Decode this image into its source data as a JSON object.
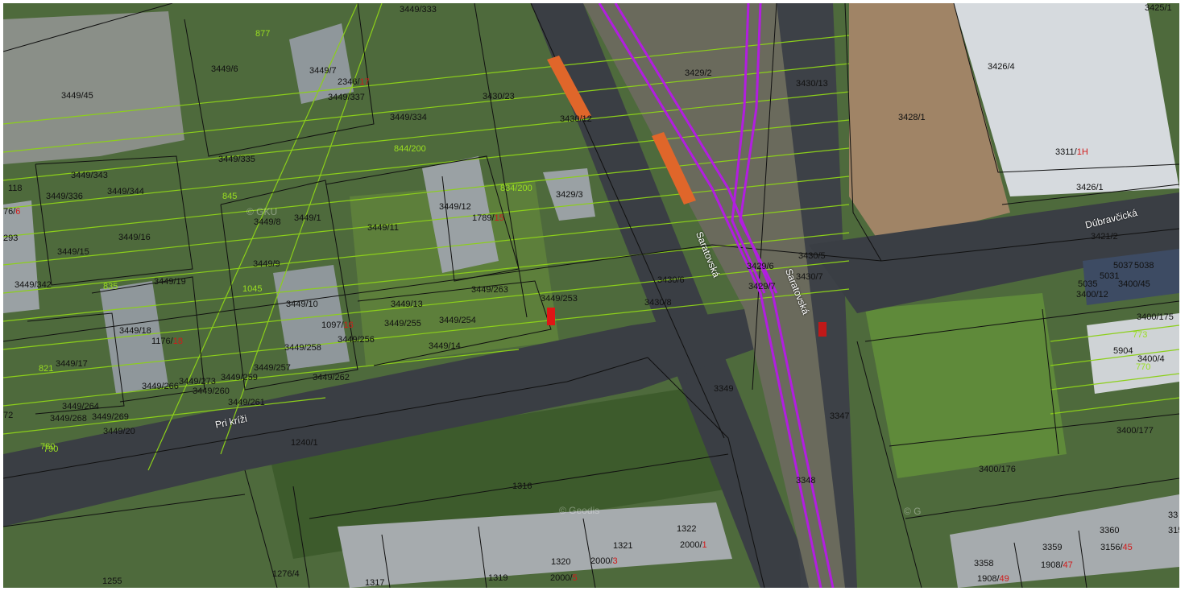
{
  "map": {
    "colors": {
      "vegetation": "#4e6a3c",
      "road": "#3a3e44",
      "parcel_line": "#101010",
      "parcel_number_line": "#8ccf1a",
      "tram_line": "#b21ee0",
      "parcel_label": "#111111",
      "parcel_suffix": "#d11a1a",
      "green_label": "#9adf20"
    },
    "street_labels": [
      {
        "id": "saratovska-1",
        "text": "Saratovská"
      },
      {
        "id": "saratovska-2",
        "text": "Saratovská"
      },
      {
        "id": "dubravcicka",
        "text": "Dúbravčická"
      },
      {
        "id": "pri-krizi",
        "text": "Pri kríži"
      }
    ],
    "watermarks": [
      {
        "id": "wm-1",
        "text": "© GKU"
      },
      {
        "id": "wm-2",
        "text": "© Geodis"
      },
      {
        "id": "wm-3",
        "text": "© G"
      }
    ],
    "parcels": [
      {
        "id": "p-3449-333",
        "text": "3449/333",
        "sfx": ""
      },
      {
        "id": "p-877",
        "text": "877",
        "sfx": "",
        "green": true
      },
      {
        "id": "p-3449-6",
        "text": "3449/6",
        "sfx": ""
      },
      {
        "id": "p-3449-7",
        "text": "3449/7",
        "sfx": ""
      },
      {
        "id": "p-2346-17",
        "text": "2346/",
        "sfx": "17"
      },
      {
        "id": "p-3449-337",
        "text": "3449/337",
        "sfx": ""
      },
      {
        "id": "p-3449-45",
        "text": "3449/45",
        "sfx": ""
      },
      {
        "id": "p-3449-334",
        "text": "3449/334",
        "sfx": ""
      },
      {
        "id": "p-3430-23",
        "text": "3430/23",
        "sfx": ""
      },
      {
        "id": "p-3430-12",
        "text": "3430/12",
        "sfx": ""
      },
      {
        "id": "p-3429-2",
        "text": "3429/2",
        "sfx": ""
      },
      {
        "id": "p-3430-13",
        "text": "3430/13",
        "sfx": ""
      },
      {
        "id": "p-3426-4",
        "text": "3426/4",
        "sfx": ""
      },
      {
        "id": "p-3425-1",
        "text": "3425/1",
        "sfx": ""
      },
      {
        "id": "p-3428-1",
        "text": "3428/1",
        "sfx": ""
      },
      {
        "id": "p-3311-1h",
        "text": "3311/",
        "sfx": "1H"
      },
      {
        "id": "p-3426-1",
        "text": "3426/1",
        "sfx": ""
      },
      {
        "id": "p-3449-335",
        "text": "3449/335",
        "sfx": ""
      },
      {
        "id": "p-844-200",
        "text": "844/200",
        "sfx": "",
        "green": true
      },
      {
        "id": "p-3449-343",
        "text": "3449/343",
        "sfx": ""
      },
      {
        "id": "p-118",
        "text": "118",
        "sfx": ""
      },
      {
        "id": "p-3449-336",
        "text": "3449/336",
        "sfx": ""
      },
      {
        "id": "p-3449-344",
        "text": "3449/344",
        "sfx": ""
      },
      {
        "id": "p-834-200",
        "text": "834/200",
        "sfx": "",
        "green": true
      },
      {
        "id": "p-3429-3",
        "text": "3429/3",
        "sfx": ""
      },
      {
        "id": "p-845",
        "text": "845",
        "sfx": "",
        "green": true
      },
      {
        "id": "p-3449-12",
        "text": "3449/12",
        "sfx": ""
      },
      {
        "id": "p-1789-15",
        "text": "1789/",
        "sfx": "15"
      },
      {
        "id": "p-3449-8",
        "text": "3449/8",
        "sfx": ""
      },
      {
        "id": "p-3449-1",
        "text": "3449/1",
        "sfx": ""
      },
      {
        "id": "p-3449-11",
        "text": "3449/11",
        "sfx": ""
      },
      {
        "id": "p-6",
        "text": "76/",
        "sfx": "6"
      },
      {
        "id": "p-3449-16",
        "text": "3449/16",
        "sfx": ""
      },
      {
        "id": "p-293",
        "text": "293",
        "sfx": ""
      },
      {
        "id": "p-3449-15",
        "text": "3449/15",
        "sfx": ""
      },
      {
        "id": "p-3449-9",
        "text": "3449/9",
        "sfx": ""
      },
      {
        "id": "p-3429-6",
        "text": "3429/6",
        "sfx": ""
      },
      {
        "id": "p-3430-5",
        "text": "3430/5",
        "sfx": ""
      },
      {
        "id": "p-3421-2",
        "text": "3421/2",
        "sfx": ""
      },
      {
        "id": "p-3430-6",
        "text": "3430/6",
        "sfx": ""
      },
      {
        "id": "p-3429-7",
        "text": "3429/7",
        "sfx": ""
      },
      {
        "id": "p-3430-7",
        "text": "3430/7",
        "sfx": ""
      },
      {
        "id": "p-5037",
        "text": "5037",
        "sfx": ""
      },
      {
        "id": "p-5038",
        "text": "5038",
        "sfx": ""
      },
      {
        "id": "p-5031",
        "text": "5031",
        "sfx": ""
      },
      {
        "id": "p-5035",
        "text": "5035",
        "sfx": ""
      },
      {
        "id": "p-3400-45",
        "text": "3400/45",
        "sfx": ""
      },
      {
        "id": "p-3400-12",
        "text": "3400/12",
        "sfx": ""
      },
      {
        "id": "p-3449-342",
        "text": "3449/342",
        "sfx": ""
      },
      {
        "id": "p-3449-19",
        "text": "3449/19",
        "sfx": ""
      },
      {
        "id": "p-3449-263",
        "text": "3449/263",
        "sfx": ""
      },
      {
        "id": "p-3449-10",
        "text": "3449/10",
        "sfx": ""
      },
      {
        "id": "p-3449-13",
        "text": "3449/13",
        "sfx": ""
      },
      {
        "id": "p-3449-253",
        "text": "3449/253",
        "sfx": ""
      },
      {
        "id": "p-3430-8",
        "text": "3430/8",
        "sfx": ""
      },
      {
        "id": "p-3400-175",
        "text": "3400/175",
        "sfx": ""
      },
      {
        "id": "p-3449-18",
        "text": "3449/18",
        "sfx": ""
      },
      {
        "id": "p-1097-16",
        "text": "1097/",
        "sfx": "16"
      },
      {
        "id": "p-3449-255",
        "text": "3449/255",
        "sfx": ""
      },
      {
        "id": "p-3449-254",
        "text": "3449/254",
        "sfx": ""
      },
      {
        "id": "p-1176-18",
        "text": "1176/",
        "sfx": "18"
      },
      {
        "id": "p-3449-258",
        "text": "3449/258",
        "sfx": ""
      },
      {
        "id": "p-3449-256",
        "text": "3449/256",
        "sfx": ""
      },
      {
        "id": "p-3449-14",
        "text": "3449/14",
        "sfx": ""
      },
      {
        "id": "p-5904",
        "text": "5904",
        "sfx": ""
      },
      {
        "id": "p-3400-4",
        "text": "3400/4",
        "sfx": ""
      },
      {
        "id": "p-770",
        "text": "770",
        "sfx": "",
        "green": true
      },
      {
        "id": "p-3449-17",
        "text": "3449/17",
        "sfx": ""
      },
      {
        "id": "p-3449-257",
        "text": "3449/257",
        "sfx": ""
      },
      {
        "id": "p-3449-262",
        "text": "3449/262",
        "sfx": ""
      },
      {
        "id": "p-3449-273",
        "text": "3449/273",
        "sfx": ""
      },
      {
        "id": "p-3449-259",
        "text": "3449/259",
        "sfx": ""
      },
      {
        "id": "p-3449-266",
        "text": "3449/266",
        "sfx": ""
      },
      {
        "id": "p-3449-260",
        "text": "3449/260",
        "sfx": ""
      },
      {
        "id": "p-3349",
        "text": "3349",
        "sfx": ""
      },
      {
        "id": "p-3449-261",
        "text": "3449/261",
        "sfx": ""
      },
      {
        "id": "p-3449-264",
        "text": "3449/264",
        "sfx": ""
      },
      {
        "id": "p-3449-268",
        "text": "3449/268",
        "sfx": ""
      },
      {
        "id": "p-3449-269",
        "text": "3449/269",
        "sfx": ""
      },
      {
        "id": "p-3347",
        "text": "3347",
        "sfx": ""
      },
      {
        "id": "p-3400-177",
        "text": "3400/177",
        "sfx": ""
      },
      {
        "id": "p-3449-20",
        "text": "3449/20",
        "sfx": ""
      },
      {
        "id": "p-1240-1",
        "text": "1240/1",
        "sfx": ""
      },
      {
        "id": "p-3400-176",
        "text": "3400/176",
        "sfx": ""
      },
      {
        "id": "p-1316",
        "text": "1316",
        "sfx": ""
      },
      {
        "id": "p-3348",
        "text": "3348",
        "sfx": ""
      },
      {
        "id": "p-1322",
        "text": "1322",
        "sfx": ""
      },
      {
        "id": "p-2000-1",
        "text": "2000/",
        "sfx": "1"
      },
      {
        "id": "p-1321",
        "text": "1321",
        "sfx": ""
      },
      {
        "id": "p-1320",
        "text": "1320",
        "sfx": ""
      },
      {
        "id": "p-2000-3",
        "text": "2000/",
        "sfx": "3"
      },
      {
        "id": "p-1319",
        "text": "1319",
        "sfx": ""
      },
      {
        "id": "p-2000-5",
        "text": "2000/",
        "sfx": "5"
      },
      {
        "id": "p-1317",
        "text": "1317",
        "sfx": ""
      },
      {
        "id": "p-1255",
        "text": "1255",
        "sfx": ""
      },
      {
        "id": "p-1276-4",
        "text": "1276/4",
        "sfx": ""
      },
      {
        "id": "p-3360",
        "text": "3360",
        "sfx": ""
      },
      {
        "id": "p-3359",
        "text": "3359",
        "sfx": ""
      },
      {
        "id": "p-3358",
        "text": "3358",
        "sfx": ""
      },
      {
        "id": "p-3156-45",
        "text": "3156/",
        "sfx": "45"
      },
      {
        "id": "p-1908-47",
        "text": "1908/",
        "sfx": "47"
      },
      {
        "id": "p-1908-49",
        "text": "1908/",
        "sfx": "49"
      },
      {
        "id": "p-315",
        "text": "315",
        "sfx": ""
      },
      {
        "id": "p-33",
        "text": "33",
        "sfx": ""
      },
      {
        "id": "p-72",
        "text": "72",
        "sfx": ""
      },
      {
        "id": "p-821",
        "text": "821",
        "sfx": "",
        "green": true
      },
      {
        "id": "p-835",
        "text": "835",
        "sfx": "",
        "green": true
      },
      {
        "id": "p-1045",
        "text": "1045",
        "sfx": "",
        "green": true
      },
      {
        "id": "p-780",
        "text": "780",
        "sfx": "",
        "green": true
      },
      {
        "id": "p-790",
        "text": "790",
        "sfx": "",
        "green": true
      },
      {
        "id": "p-773",
        "text": "773",
        "sfx": "",
        "green": true
      }
    ]
  }
}
